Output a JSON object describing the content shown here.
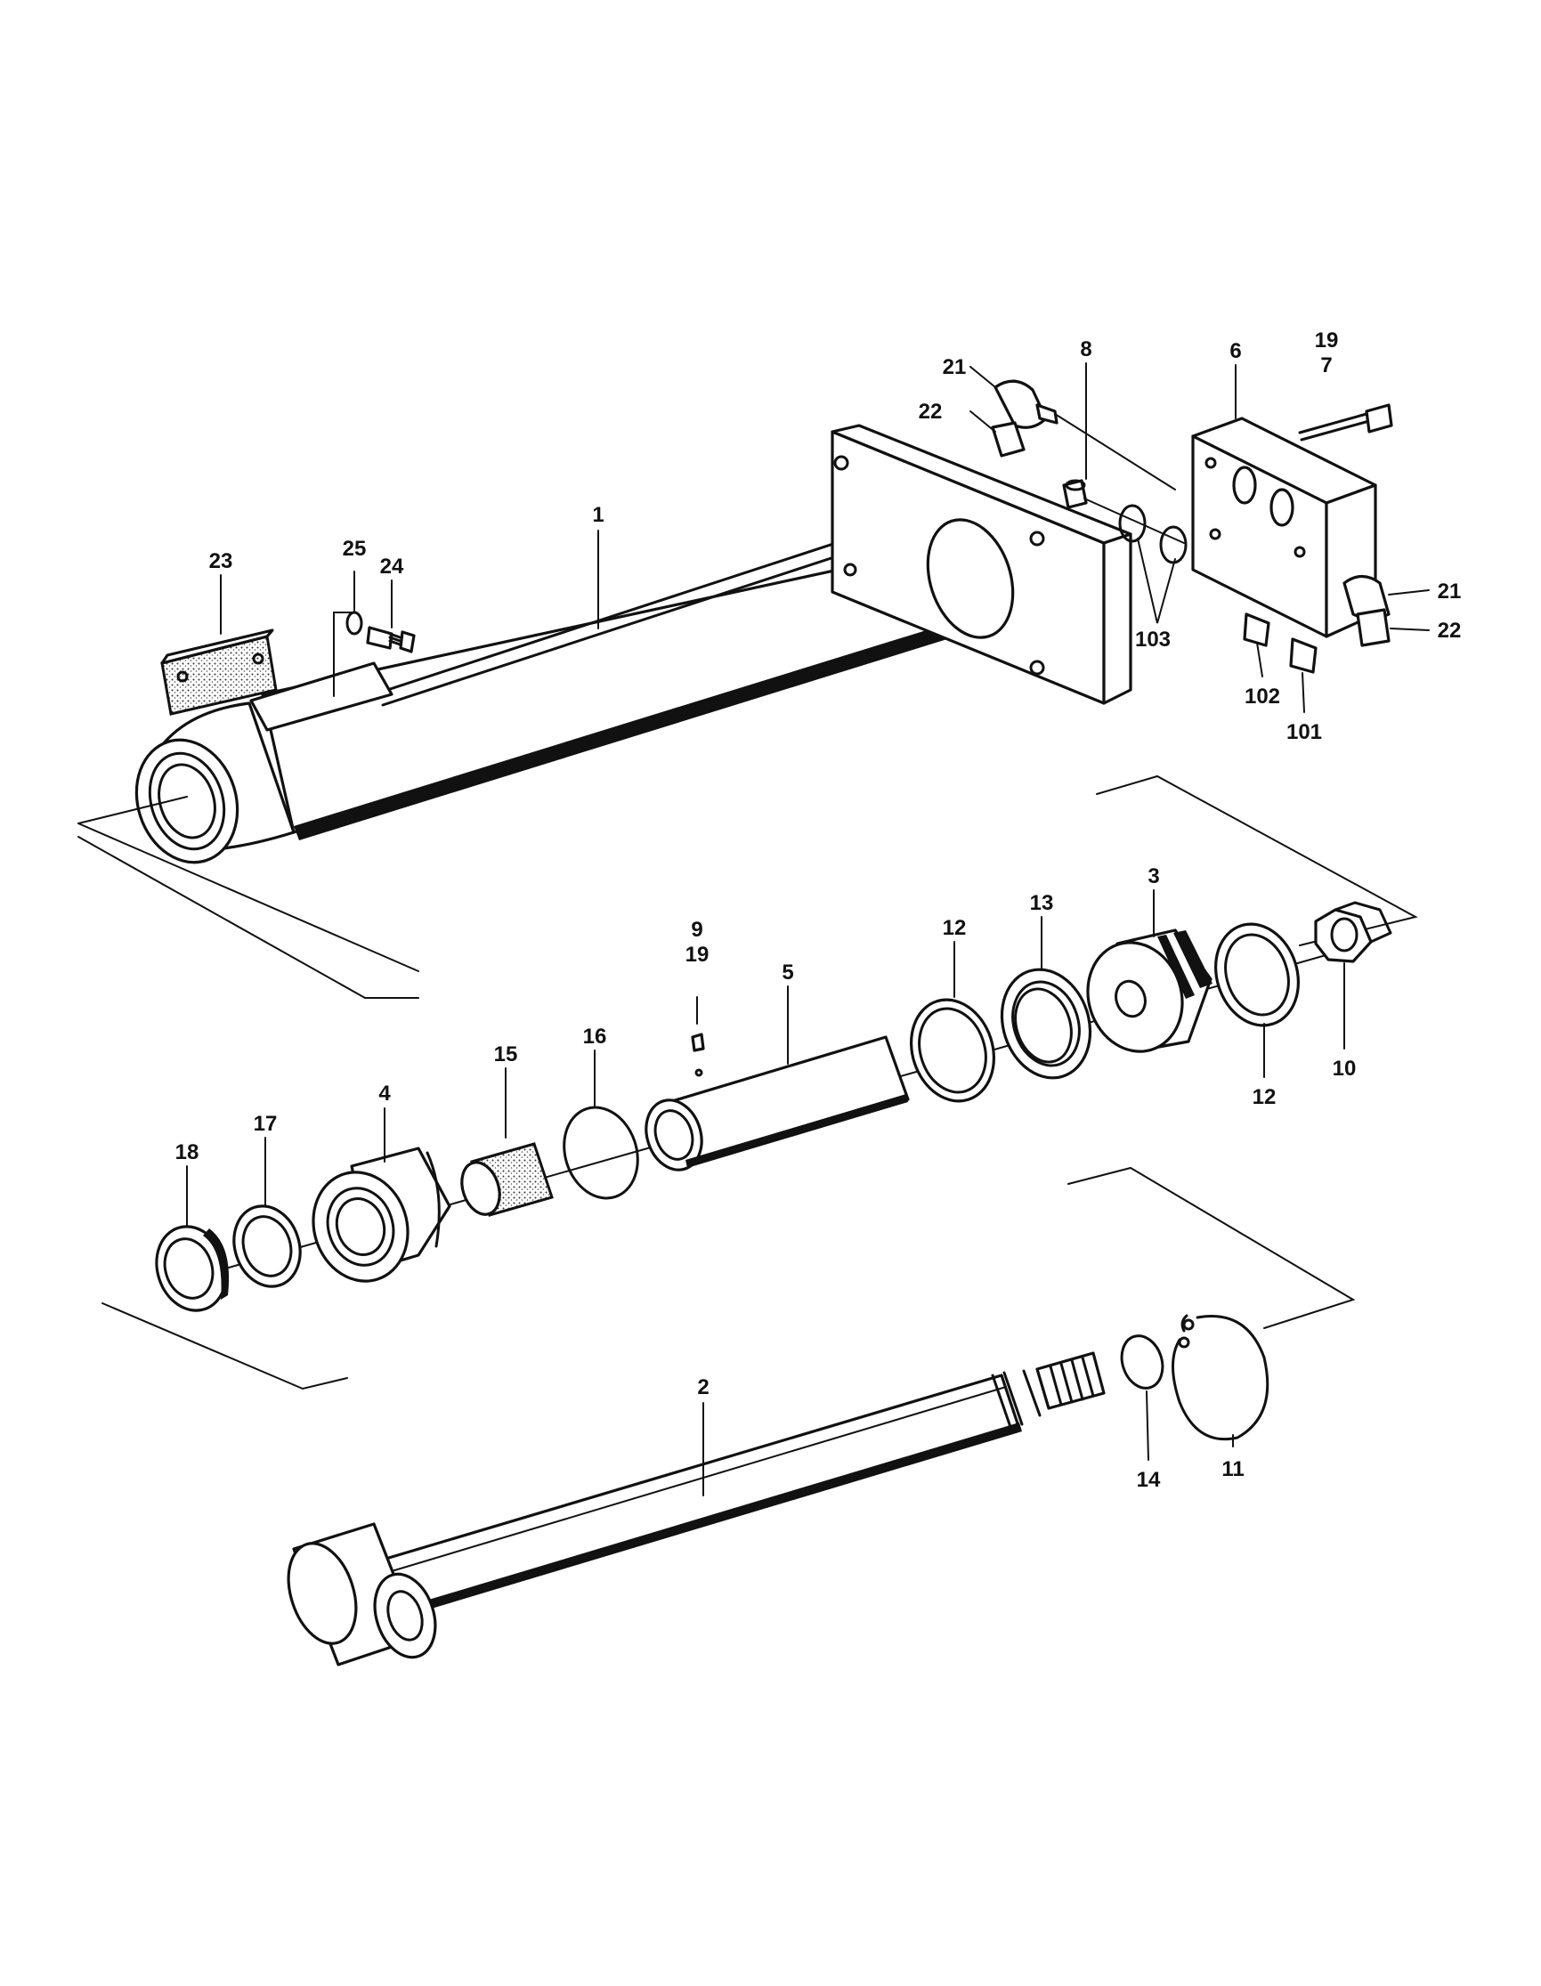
{
  "parts": [
    {
      "id": "p1",
      "label": "1"
    },
    {
      "id": "p2",
      "label": "2"
    },
    {
      "id": "p3",
      "label": "3"
    },
    {
      "id": "p4",
      "label": "4"
    },
    {
      "id": "p5",
      "label": "5"
    },
    {
      "id": "p6",
      "label": "6"
    },
    {
      "id": "p7",
      "label": "7"
    },
    {
      "id": "p8",
      "label": "8"
    },
    {
      "id": "p9",
      "label": "9"
    },
    {
      "id": "p10",
      "label": "10"
    },
    {
      "id": "p11",
      "label": "11"
    },
    {
      "id": "p12a",
      "label": "12"
    },
    {
      "id": "p12b",
      "label": "12"
    },
    {
      "id": "p13",
      "label": "13"
    },
    {
      "id": "p14",
      "label": "14"
    },
    {
      "id": "p15",
      "label": "15"
    },
    {
      "id": "p16",
      "label": "16"
    },
    {
      "id": "p17",
      "label": "17"
    },
    {
      "id": "p18",
      "label": "18"
    },
    {
      "id": "p19a",
      "label": "19"
    },
    {
      "id": "p19b",
      "label": "19"
    },
    {
      "id": "p21a",
      "label": "21"
    },
    {
      "id": "p21b",
      "label": "21"
    },
    {
      "id": "p22a",
      "label": "22"
    },
    {
      "id": "p22b",
      "label": "22"
    },
    {
      "id": "p23",
      "label": "23"
    },
    {
      "id": "p24",
      "label": "24"
    },
    {
      "id": "p25",
      "label": "25"
    },
    {
      "id": "p101",
      "label": "101"
    },
    {
      "id": "p102",
      "label": "102"
    },
    {
      "id": "p103",
      "label": "103"
    }
  ]
}
